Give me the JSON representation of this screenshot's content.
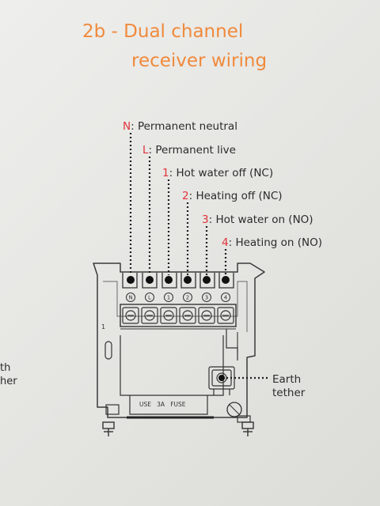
{
  "title": {
    "line1": "2b -  Dual channel",
    "line2": "receiver wiring"
  },
  "wires": [
    {
      "code": "N",
      "desc": "Permanent neutral"
    },
    {
      "code": "L",
      "desc": "Permanent live"
    },
    {
      "code": "1",
      "desc": "Hot water off (NC)"
    },
    {
      "code": "2",
      "desc": "Heating off (NC)"
    },
    {
      "code": "3",
      "desc": "Hot water on (NO)"
    },
    {
      "code": "4",
      "desc": "Heating on (NO)"
    }
  ],
  "terminal_labels": [
    "N",
    "L",
    "1",
    "2",
    "3",
    "4"
  ],
  "fuse": {
    "label": "USE   3A   FUSE"
  },
  "plate": {
    "marking": "1"
  },
  "earth": {
    "line1": "Earth",
    "line2": "tether"
  },
  "side_text": {
    "line1": "th",
    "line2": "her"
  },
  "colors": {
    "accent_orange": "#f08a3c",
    "code_red": "#e0333a",
    "text_dark": "#2b2b2b"
  }
}
